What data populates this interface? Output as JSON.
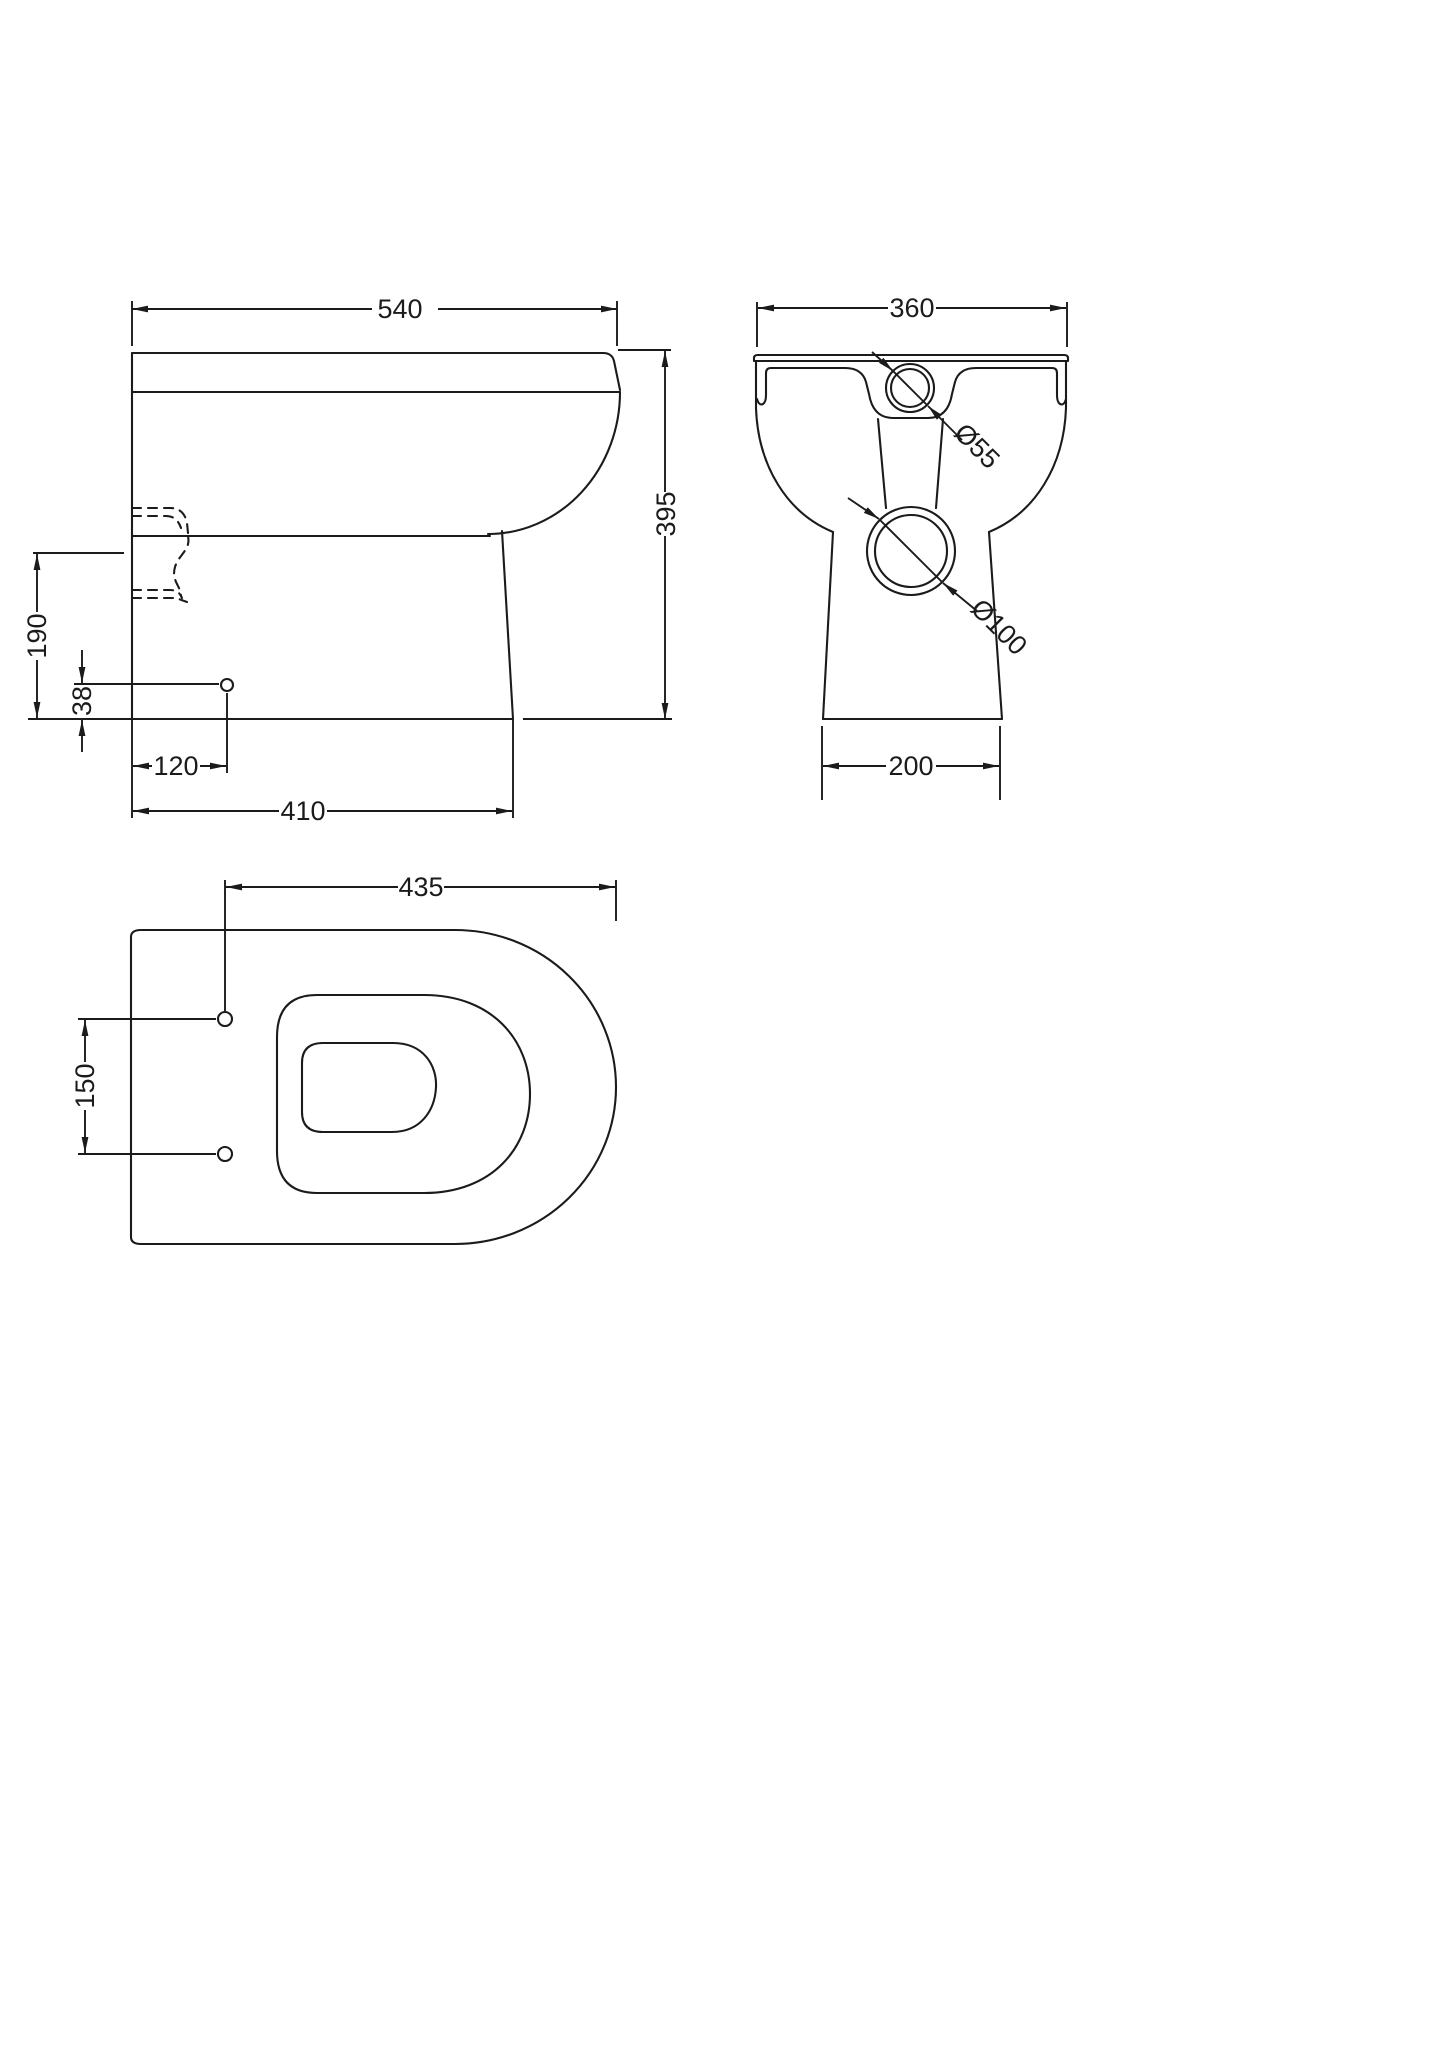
{
  "drawing": {
    "background": "#ffffff",
    "line_color": "#1b1b1b",
    "views": {
      "side": {
        "dim_width": "540",
        "dim_height": "395",
        "dim_outlet_height": "190",
        "dim_fixing_hole_height": "38",
        "dim_fixing_hole_offset": "120",
        "dim_depth": "410"
      },
      "front": {
        "dim_width": "360",
        "dim_inlet_diameter": "Ø55",
        "dim_outlet_diameter": "Ø100",
        "dim_base_width": "200"
      },
      "plan": {
        "dim_length": "435",
        "dim_fixing_hole_spacing": "150"
      }
    }
  }
}
